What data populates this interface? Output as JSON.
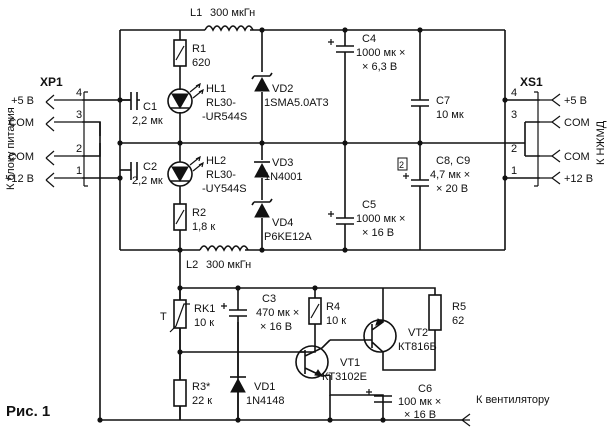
{
  "figure_caption": "Рис. 1",
  "left_side_label": "К блоку питания",
  "right_side_label": "К НЖМД",
  "fan_label": "К вентилятору",
  "connectors": {
    "xp1": {
      "ref": "XP1",
      "pins": [
        {
          "num": "4",
          "name": "+5 В"
        },
        {
          "num": "3",
          "name": "COM"
        },
        {
          "num": "2",
          "name": "COM"
        },
        {
          "num": "1",
          "name": "+12 В"
        }
      ]
    },
    "xs1": {
      "ref": "XS1",
      "pins": [
        {
          "num": "4",
          "name": "+5 В"
        },
        {
          "num": "3",
          "name": "COM"
        },
        {
          "num": "2",
          "name": "COM"
        },
        {
          "num": "1",
          "name": "+12 В"
        }
      ]
    }
  },
  "components": {
    "l1": {
      "ref": "L1",
      "value": "300 мкГн"
    },
    "l2": {
      "ref": "L2",
      "value": "300 мкГн"
    },
    "r1": {
      "ref": "R1",
      "value": "620"
    },
    "r2": {
      "ref": "R2",
      "value": "1,8 к"
    },
    "hl1": {
      "ref": "HL1",
      "value": "RL30-",
      "value2": "-UR544S"
    },
    "hl2": {
      "ref": "HL2",
      "value": "RL30-",
      "value2": "-UY544S"
    },
    "c1": {
      "ref": "C1",
      "value": "2,2 мк"
    },
    "c2": {
      "ref": "C2",
      "value": "2,2 мк"
    },
    "vd2": {
      "ref": "VD2",
      "value": "1SMA5.0AT3"
    },
    "vd3": {
      "ref": "VD3",
      "value": "1N4001"
    },
    "vd4": {
      "ref": "VD4",
      "value": "P6KE12A"
    },
    "c4": {
      "ref": "C4",
      "value": "1000 мк ×",
      "value2": "× 6,3 В"
    },
    "c5": {
      "ref": "C5",
      "value": "1000 мк ×",
      "value2": "× 16 В"
    },
    "c7": {
      "ref": "C7",
      "value": "10 мк"
    },
    "c89": {
      "ref": "C8, C9",
      "value": "4,7 мк ×",
      "value2": "× 20 В",
      "count": "2"
    },
    "rk1": {
      "ref": "RK1",
      "value": "10 к",
      "sym": "T"
    },
    "r3": {
      "ref": "R3*",
      "value": "22 к"
    },
    "vd1": {
      "ref": "VD1",
      "value": "1N4148"
    },
    "c3": {
      "ref": "C3",
      "value": "470 мк ×",
      "value2": "× 16 В"
    },
    "r4": {
      "ref": "R4",
      "value": "10 к"
    },
    "r5": {
      "ref": "R5",
      "value": "62"
    },
    "vt1": {
      "ref": "VT1",
      "value": "КТ3102Е"
    },
    "vt2": {
      "ref": "VT2",
      "value": "КТ816Б"
    },
    "c6": {
      "ref": "C6",
      "value": "100 мк ×",
      "value2": "× 16 В"
    }
  }
}
